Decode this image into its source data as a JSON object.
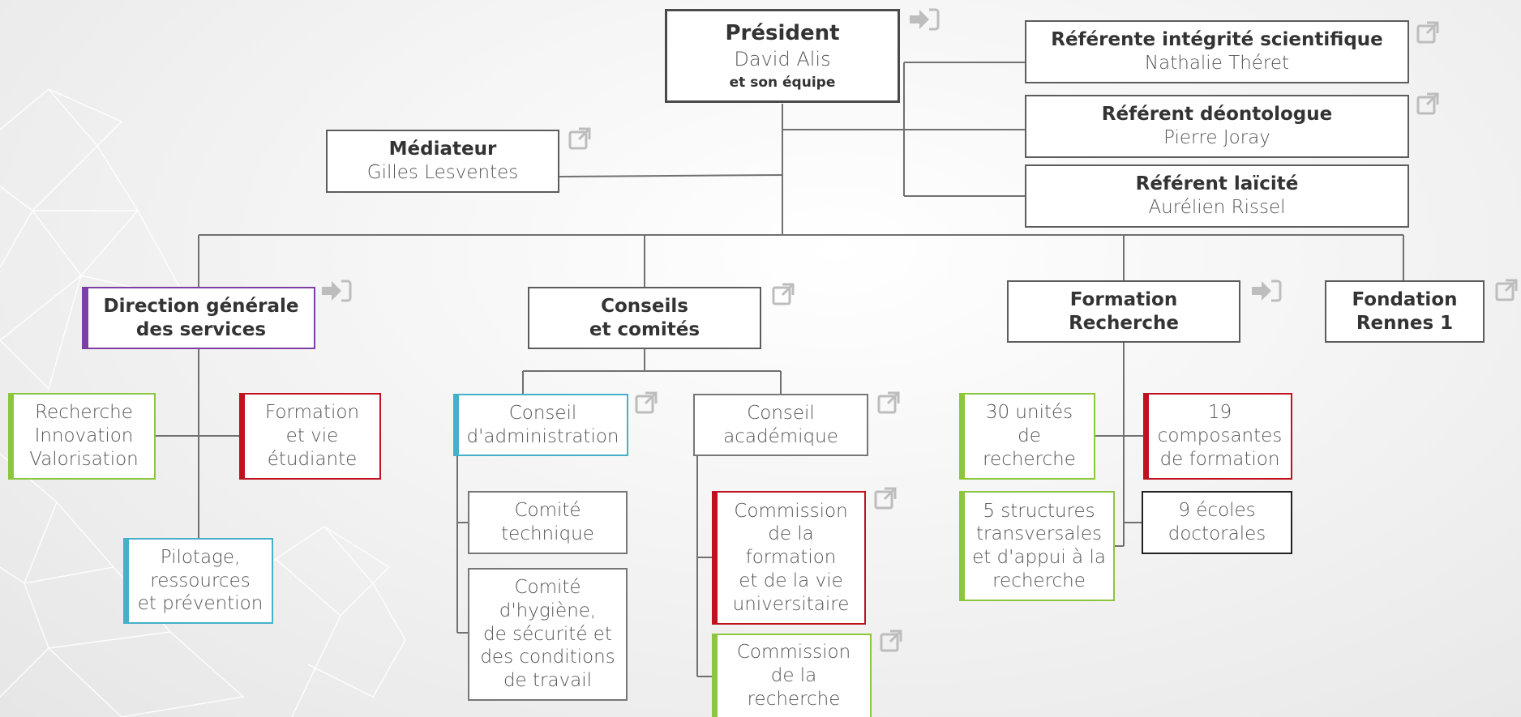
{
  "president": {
    "title": "Président",
    "name": "David Alis",
    "sub": "et son équipe"
  },
  "mediateur": {
    "title": "Médiateur",
    "name": "Gilles Lesventes"
  },
  "referents": [
    {
      "title": "Référente intégrité scientifique",
      "name": "Nathalie Théret"
    },
    {
      "title": "Référent déontologue",
      "name": "Pierre Joray"
    },
    {
      "title": "Référent laïcité",
      "name": "Aurélien Rissel"
    }
  ],
  "dgs": {
    "line1": "Direction générale",
    "line2": "des services"
  },
  "dgs_children": {
    "recherche": [
      "Recherche",
      "Innovation",
      "Valorisation"
    ],
    "formation": [
      "Formation",
      "et vie",
      "étudiante"
    ],
    "pilotage": [
      "Pilotage,",
      "ressources",
      "et prévention"
    ]
  },
  "conseils": {
    "line1": "Conseils",
    "line2": "et comités"
  },
  "conseil_admin": [
    "Conseil",
    "d'administration"
  ],
  "comite_technique": [
    "Comité",
    "technique"
  ],
  "comite_hygiene": [
    "Comité",
    "d'hygiène,",
    "de sécurité et",
    "des conditions",
    "de travail"
  ],
  "conseil_academique": [
    "Conseil",
    "académique"
  ],
  "commission_formation": [
    "Commission",
    "de la",
    "formation",
    "et de la vie",
    "universitaire"
  ],
  "commission_recherche": [
    "Commission",
    "de la",
    "recherche"
  ],
  "formation_recherche": {
    "line1": "Formation",
    "line2": "Recherche"
  },
  "fr_children": {
    "unites": [
      "30 unités",
      "de",
      "recherche"
    ],
    "composantes": [
      "19",
      "composantes",
      "de formation"
    ],
    "structures": [
      "5 structures",
      "transversales",
      "et d'appui à la",
      "recherche"
    ],
    "ecoles": [
      "9 écoles",
      "doctorales"
    ]
  },
  "fondation": {
    "line1": "Fondation",
    "line2": "Rennes 1"
  },
  "icons": {
    "enter": "arrow-enter-icon",
    "external": "external-link-icon"
  },
  "colors": {
    "purple": "#7e3fa5",
    "green": "#8cc63f",
    "red": "#c0111f",
    "blue": "#47b0c9",
    "line": "#707070",
    "icon": "#bdbdbd"
  }
}
